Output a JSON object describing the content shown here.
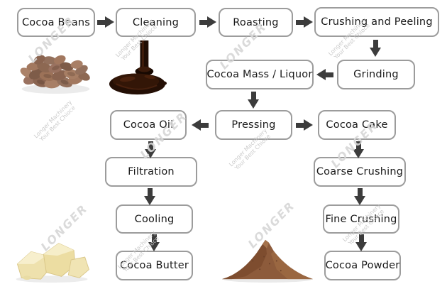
{
  "page": {
    "title": "Cocoa Processing Flow Chart",
    "background": "#ffffff"
  },
  "colors": {
    "box_border": "#9c9c9c",
    "box_fill": "#ffffff",
    "box_text": "#1a1a1a",
    "arrow": "#3c3c3c",
    "watermark": "#d7d7d7"
  },
  "flowchart": {
    "nodes": [
      {
        "id": "cocoa-beans",
        "label": "Cocoa Beans"
      },
      {
        "id": "cleaning",
        "label": "Cleaning"
      },
      {
        "id": "roasting",
        "label": "Roasting"
      },
      {
        "id": "crushing-and-peeling",
        "label": "Crushing and Peeling"
      },
      {
        "id": "grinding",
        "label": "Grinding"
      },
      {
        "id": "cocoa-mass-liquor",
        "label": "Cocoa Mass / Liquor"
      },
      {
        "id": "cocoa-oil",
        "label": "Cocoa Oil"
      },
      {
        "id": "pressing",
        "label": "Pressing"
      },
      {
        "id": "cocoa-cake",
        "label": "Cocoa Cake"
      },
      {
        "id": "filtration",
        "label": "Filtration"
      },
      {
        "id": "coarse-crushing",
        "label": "Coarse Crushing"
      },
      {
        "id": "cooling",
        "label": "Cooling"
      },
      {
        "id": "fine-crushing",
        "label": "Fine Crushing"
      },
      {
        "id": "cocoa-butter",
        "label": "Cocoa Butter"
      },
      {
        "id": "cocoa-powder",
        "label": "Cocoa Powder"
      }
    ],
    "edges": [
      {
        "from": "cocoa-beans",
        "to": "cleaning",
        "direction": "right"
      },
      {
        "from": "cleaning",
        "to": "roasting",
        "direction": "right"
      },
      {
        "from": "roasting",
        "to": "crushing-and-peeling",
        "direction": "right"
      },
      {
        "from": "crushing-and-peeling",
        "to": "grinding",
        "direction": "down"
      },
      {
        "from": "grinding",
        "to": "cocoa-mass-liquor",
        "direction": "left"
      },
      {
        "from": "cocoa-mass-liquor",
        "to": "pressing",
        "direction": "down"
      },
      {
        "from": "pressing",
        "to": "cocoa-oil",
        "direction": "left"
      },
      {
        "from": "pressing",
        "to": "cocoa-cake",
        "direction": "right"
      },
      {
        "from": "cocoa-oil",
        "to": "filtration",
        "direction": "down"
      },
      {
        "from": "filtration",
        "to": "cooling",
        "direction": "down"
      },
      {
        "from": "cooling",
        "to": "cocoa-butter",
        "direction": "down"
      },
      {
        "from": "cocoa-cake",
        "to": "coarse-crushing",
        "direction": "down"
      },
      {
        "from": "coarse-crushing",
        "to": "fine-crushing",
        "direction": "down"
      },
      {
        "from": "fine-crushing",
        "to": "cocoa-powder",
        "direction": "down"
      }
    ]
  },
  "watermarks": {
    "logo_text": "LONGER",
    "line1": "Longer Machinery",
    "line2": "Your Best Chioce"
  },
  "illustrations": {
    "top_left": "cocoa-beans-pile",
    "top_middle": "chocolate-liquor-pour",
    "bottom_left": "cocoa-butter-chunks",
    "bottom_middle": "cocoa-powder-pile"
  }
}
